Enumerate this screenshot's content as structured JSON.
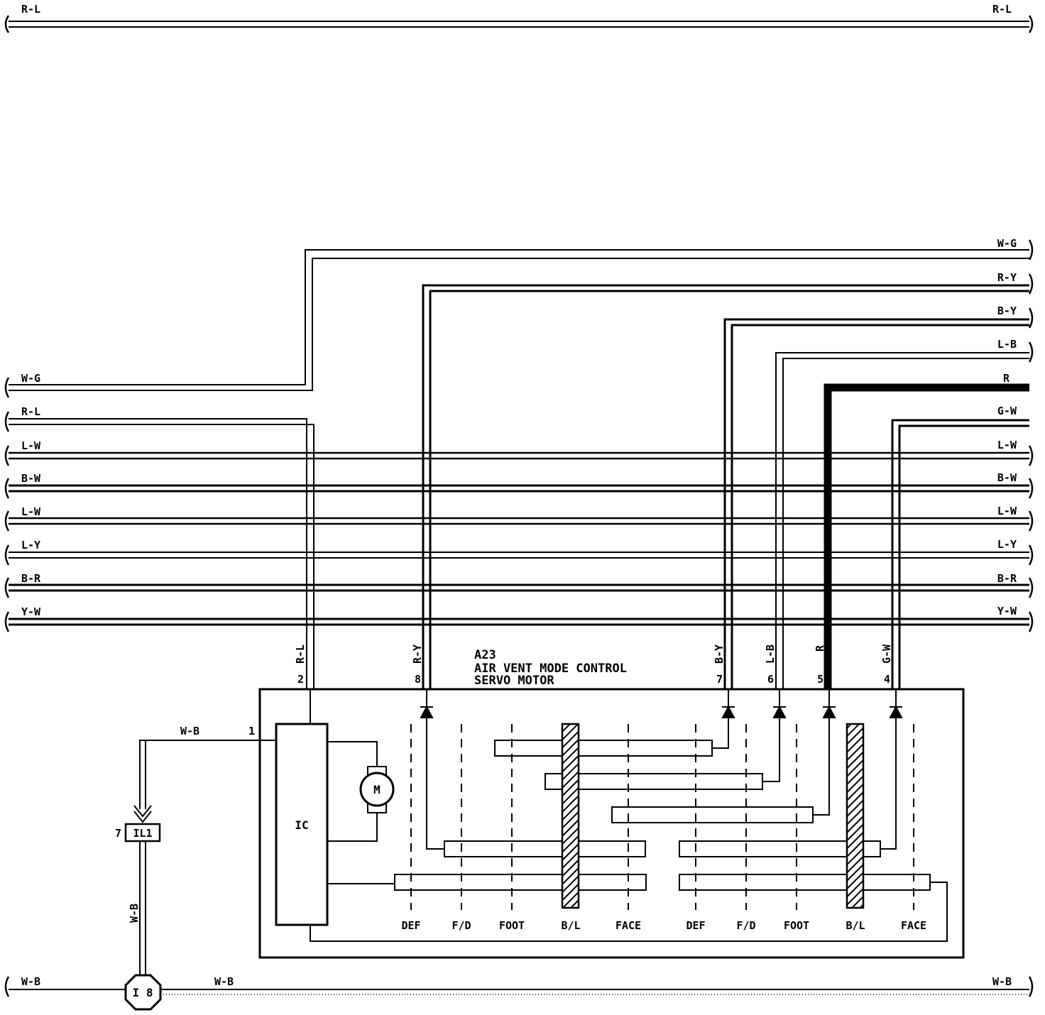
{
  "top_bus": {
    "left_label": "R-L",
    "right_label": "R-L"
  },
  "bottom_bus": {
    "left_label": "W-B",
    "mid_label": "W-B",
    "right_label": "W-B"
  },
  "left_bus_labels": [
    "W-G",
    "R-L",
    "L-W",
    "B-W",
    "L-W",
    "L-Y",
    "B-R",
    "Y-W"
  ],
  "right_bus_labels": [
    "W-G",
    "R-Y",
    "B-Y",
    "L-B",
    "R",
    "G-W",
    "L-W",
    "B-W",
    "L-W",
    "L-Y",
    "B-R",
    "Y-W"
  ],
  "component": {
    "id": "A23",
    "name_line1": "AIR VENT MODE CONTROL",
    "name_line2": "SERVO MOTOR",
    "ic_label": "IC",
    "motor_label": "M"
  },
  "pins": [
    {
      "wire": "R-L",
      "number": "2"
    },
    {
      "wire": "R-Y",
      "number": "8"
    },
    {
      "wire": "B-Y",
      "number": "7"
    },
    {
      "wire": "L-B",
      "number": "6"
    },
    {
      "wire": "R",
      "number": "5"
    },
    {
      "wire": "G-W",
      "number": "4"
    }
  ],
  "ground_wire": {
    "label": "W-B",
    "pin": "1",
    "vertical_label": "W-B"
  },
  "connector": {
    "id": "IL1",
    "pin": "7"
  },
  "ground_point": {
    "id": "I 8"
  },
  "mode_positions": [
    "DEF",
    "F/D",
    "FOOT",
    "B/L",
    "FACE",
    "DEF",
    "F/D",
    "FOOT",
    "B/L",
    "FACE"
  ]
}
